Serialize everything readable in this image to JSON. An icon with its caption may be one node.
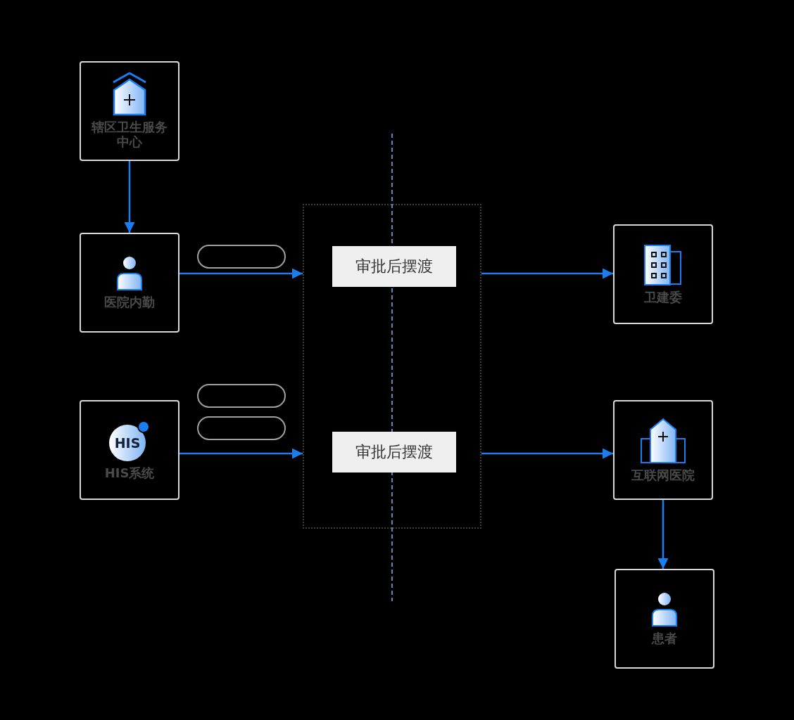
{
  "diagram": {
    "nodes": [
      {
        "text": [
          "辖区卫生服务中心"
        ]
      },
      {
        "text": [
          "医院内勤"
        ]
      },
      {
        "text": [
          "HIS",
          "HIS系统"
        ]
      },
      {
        "text": [],
        "shape": "box"
      },
      {
        "text": [],
        "shape": "box"
      },
      {
        "text": [],
        "shape": "box"
      },
      {
        "text": [],
        "shape": "box"
      },
      {
        "text": [
          "审批后摆渡"
        ],
        "in": 6
      },
      {
        "text": [
          "审批后摆渡"
        ],
        "in": 6
      },
      {
        "text": [
          "卫建委"
        ]
      },
      {
        "text": [
          "互联网医院"
        ]
      },
      {
        "text": [
          "患者"
        ]
      }
    ],
    "edges": [
      {
        "from": 0,
        "to": 1,
        "arrow": "to"
      },
      {
        "from": 1,
        "to": 6,
        "arrow": "to"
      },
      {
        "from": 2,
        "to": 6,
        "arrow": "to"
      },
      {
        "from": 6,
        "to": 9,
        "arrow": "to"
      },
      {
        "from": 6,
        "to": 10,
        "arrow": "to"
      },
      {
        "from": 10,
        "to": 11,
        "arrow": "to"
      }
    ]
  }
}
